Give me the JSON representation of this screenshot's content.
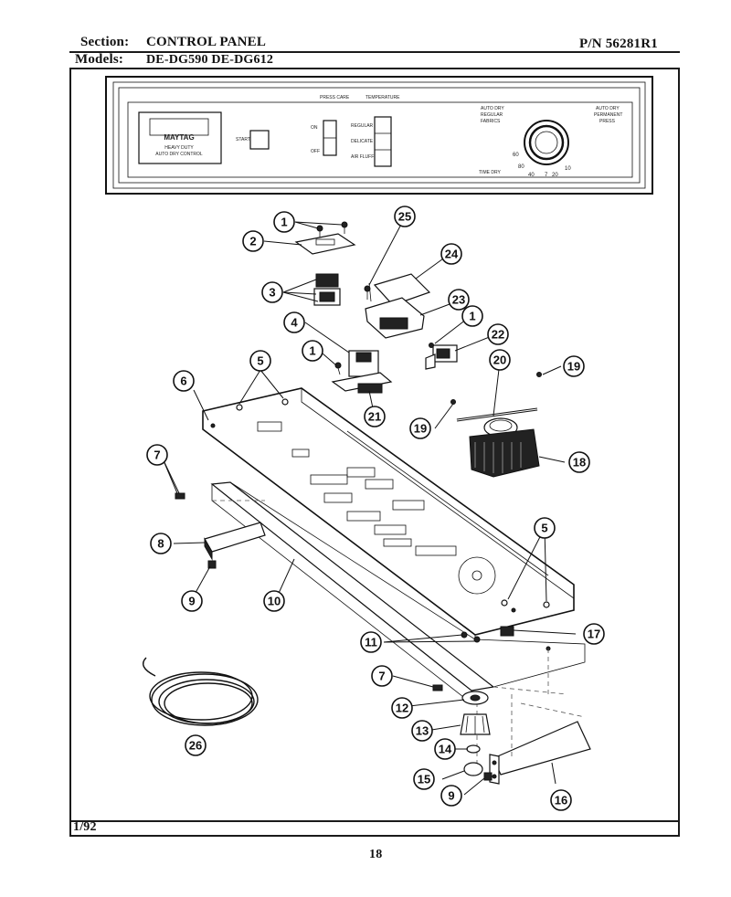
{
  "header": {
    "section_label": "Section:",
    "section_value": "CONTROL PANEL",
    "part_number": "P/N 56281R1",
    "models_label": "Models:",
    "models_value": "DE-DG590  DE-DG612"
  },
  "footer": {
    "date": "1/92",
    "page_number": "18"
  },
  "console": {
    "brand": "MAYTAG",
    "brand_sub1": "HEAVY DUTY",
    "brand_sub2": "AUTO DRY CONTROL",
    "start_label": "START",
    "on_label": "ON",
    "off_label": "OFF",
    "press_care_label": "PRESS CARE",
    "temperature_label": "TEMPERATURE",
    "regular_label": "REGULAR",
    "delicate_label": "DELICATE",
    "air_fluff_label": "AIR FLUFF",
    "auto_dry_left": "AUTO DRY",
    "regular_fabrics_1": "REGULAR",
    "regular_fabrics_2": "FABRICS",
    "auto_dry_right": "AUTO DRY",
    "permanent_press_1": "PERMANENT",
    "permanent_press_2": "PRESS",
    "time_dry": "TIME DRY",
    "dial_marks": [
      "80",
      "60",
      "40",
      "20",
      "10",
      "7"
    ]
  },
  "callouts": [
    "1",
    "1",
    "1",
    "2",
    "3",
    "4",
    "5",
    "5",
    "6",
    "7",
    "7",
    "8",
    "9",
    "9",
    "10",
    "11",
    "12",
    "13",
    "14",
    "15",
    "16",
    "17",
    "18",
    "19",
    "19",
    "20",
    "21",
    "22",
    "23",
    "24",
    "25",
    "26"
  ]
}
